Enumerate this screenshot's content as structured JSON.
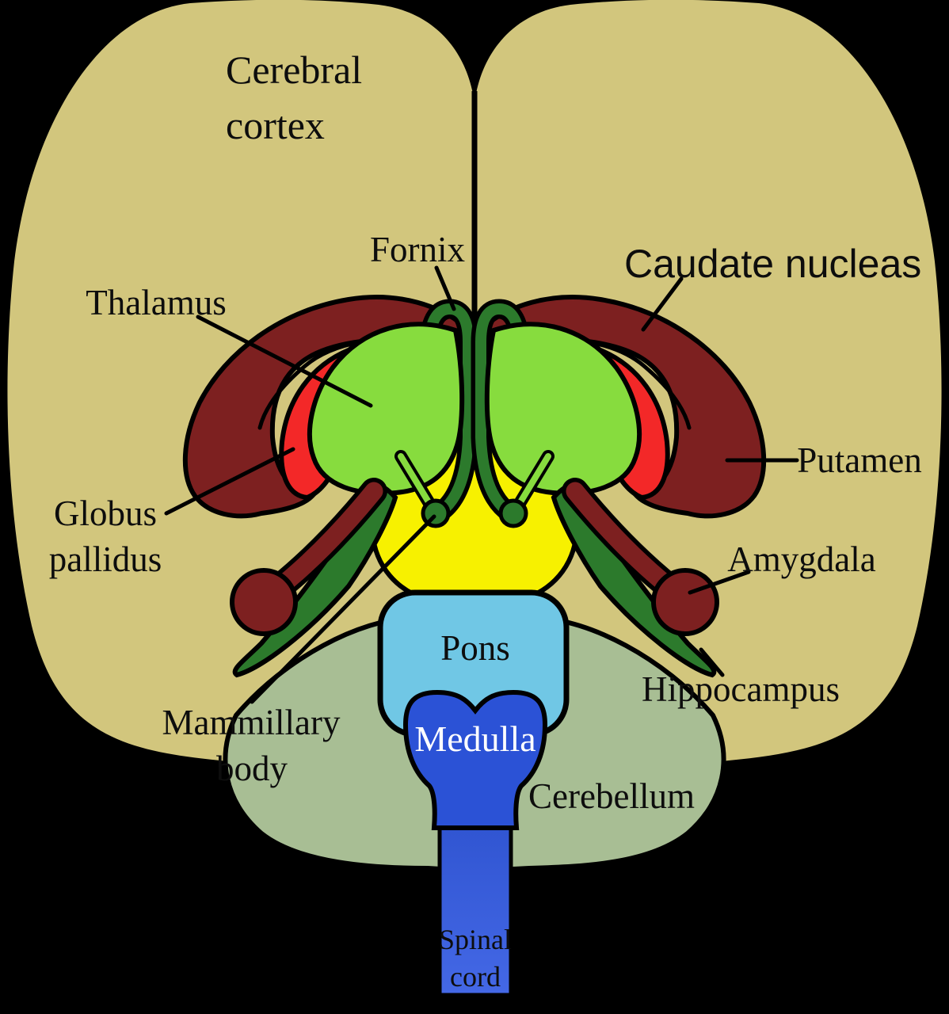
{
  "diagram": {
    "subject": "Human brain frontal section",
    "background": "#000000"
  },
  "colors": {
    "background": "#000000",
    "outline": "#000000",
    "cerebral_cortex": "#d2c67d",
    "caudate_nucleus": "#7d2020",
    "putamen": "#7d2020",
    "tail_band": "#7d2020",
    "amygdala": "#7d2020",
    "globus_pallidus": "#f32828",
    "thalamus": "#87dc3e",
    "thalamus_stalk": "#87dc3e",
    "fornix": "#2c7a2c",
    "hippocampus": "#2c7a2c",
    "mammillary_body": "#2c7a2c",
    "hypothalamus_region": "#f7f100",
    "pons": "#70c7e5",
    "medulla": "#2b52d6",
    "spinal_cord_top": "#2b50cc",
    "spinal_cord_bottom": "#4468e6",
    "cerebellum": "#a8be94",
    "label_text": "#0d0d0d",
    "medulla_label_text": "#ffffff"
  },
  "labels": {
    "cerebral_cortex": {
      "line1": "Cerebral",
      "line2": "cortex"
    },
    "fornix": {
      "text": "Fornix"
    },
    "caudate_nucleus": {
      "text": "Caudate nucleas"
    },
    "thalamus": {
      "text": "Thalamus"
    },
    "putamen": {
      "text": "Putamen"
    },
    "globus_pallidus": {
      "line1": "Globus",
      "line2": "pallidus"
    },
    "amygdala": {
      "text": "Amygdala"
    },
    "hippocampus": {
      "text": "Hippocampus"
    },
    "mammillary_body": {
      "line1": "Mammillary",
      "line2": "body"
    },
    "pons": {
      "text": "Pons"
    },
    "medulla": {
      "text": "Medulla"
    },
    "cerebellum": {
      "text": "Cerebellum"
    },
    "spinal_cord": {
      "line1": "Spinal",
      "line2": "cord"
    }
  }
}
